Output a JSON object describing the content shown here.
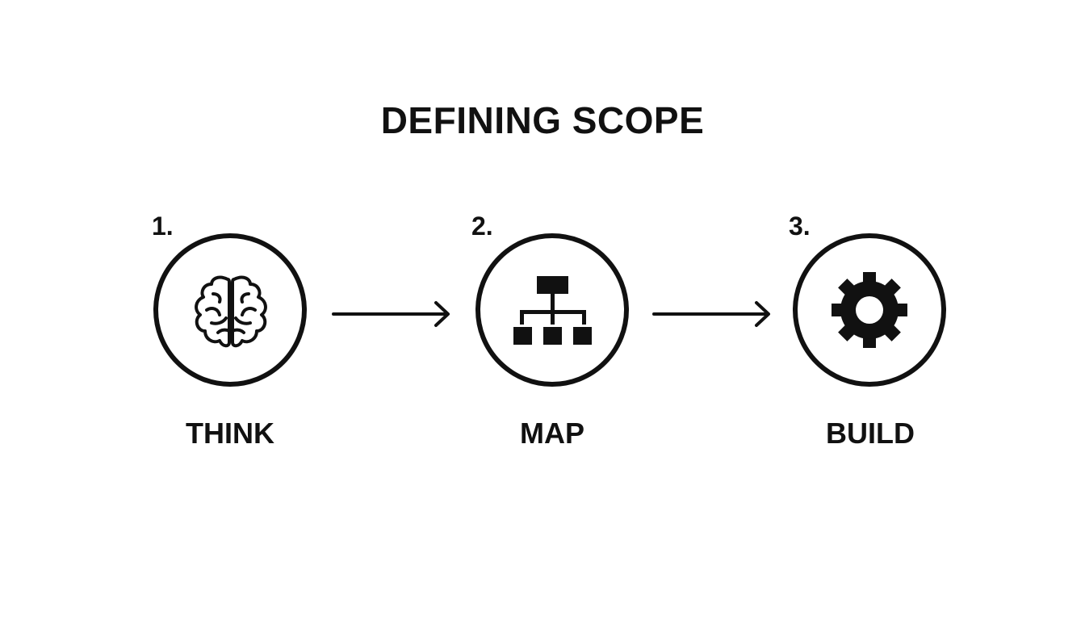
{
  "title": "DEFINING SCOPE",
  "steps": [
    {
      "number": "1.",
      "label": "THINK",
      "icon": "brain-icon"
    },
    {
      "number": "2.",
      "label": "MAP",
      "icon": "hierarchy-icon"
    },
    {
      "number": "3.",
      "label": "BUILD",
      "icon": "gear-icon"
    }
  ],
  "colors": {
    "ink": "#111111",
    "background": "#ffffff"
  }
}
